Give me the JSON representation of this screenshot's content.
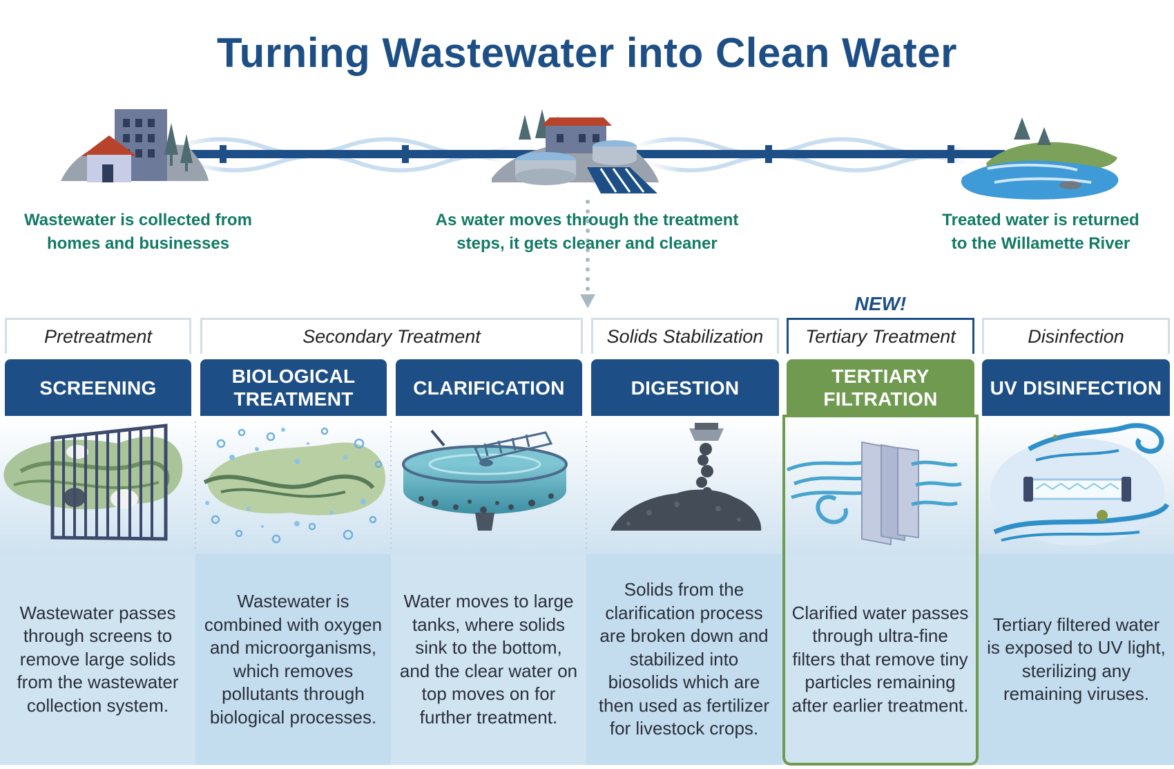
{
  "title": "Turning Wastewater into Clean Water",
  "captions": {
    "collect": [
      "Wastewater is collected from",
      "homes and businesses"
    ],
    "treat": [
      "As water moves through the treatment",
      "steps, it gets cleaner and cleaner"
    ],
    "return": [
      "Treated water is returned",
      "to the Willamette River"
    ]
  },
  "new_label": "NEW!",
  "phases": {
    "pretreatment": "Pretreatment",
    "secondary": "Secondary Treatment",
    "solids": "Solids Stabilization",
    "tertiary": "Tertiary Treatment",
    "disinfection": "Disinfection"
  },
  "steps": [
    {
      "title": "SCREENING",
      "desc": "Wastewater passes through screens to remove large solids from the wastewater collection system."
    },
    {
      "title": "BIOLOGICAL TREATMENT",
      "desc": "Wastewater is combined with oxygen and microorganisms, which removes pollutants through biological processes."
    },
    {
      "title": "CLARIFICATION",
      "desc": "Water moves to large tanks, where solids sink to the bottom, and the clear water on top moves on for further treatment."
    },
    {
      "title": "DIGESTION",
      "desc": "Solids from the clarification process are broken down and stabilized into biosolids which are then used as fertilizer for livestock crops."
    },
    {
      "title": "TERTIARY FILTRATION",
      "desc": "Clarified water passes through ultra-fine filters that remove tiny particles remaining after earlier treatment."
    },
    {
      "title": "UV DISINFECTION",
      "desc": "Tertiary filtered water is exposed to UV light, sterilizing any remaining viruses."
    }
  ],
  "colors": {
    "brand_blue": "#1d4f86",
    "caption_teal": "#127a66",
    "tertiary_green": "#6f9a4f",
    "panel_blue": "#c3dcee"
  }
}
